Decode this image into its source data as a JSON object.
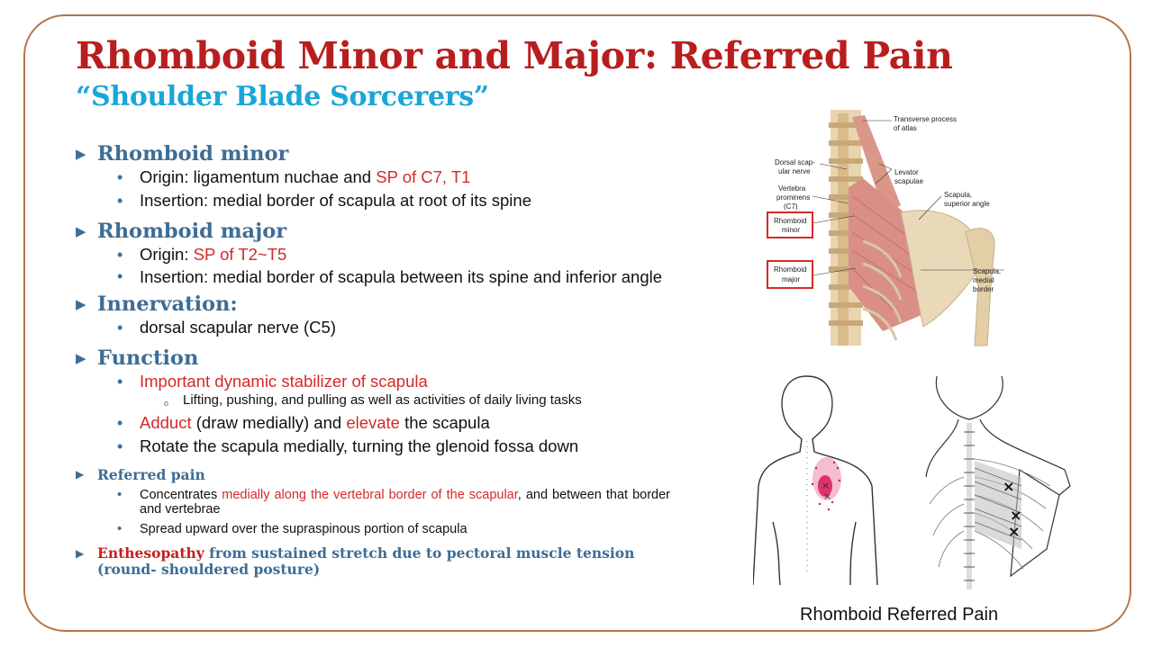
{
  "title": "Rhomboid Minor and Major: Referred Pain",
  "subtitle": "“Shoulder Blade Sorcerers”",
  "sections": {
    "minor": {
      "heading": "Rhomboid minor",
      "origin_label": "Origin: ligamentum nuchae and ",
      "origin_red": "SP of C7, T1",
      "insertion": "Insertion: medial border of scapula at root of its spine"
    },
    "major": {
      "heading": "Rhomboid major",
      "origin_label": "Origin: ",
      "origin_red": "SP of T2~T5",
      "insertion": "Insertion: medial border of scapula between its spine and inferior angle"
    },
    "innervation": {
      "heading": "Innervation:",
      "item": "dorsal scapular nerve (C5)"
    },
    "function": {
      "heading": "Function",
      "item1": "Important dynamic stabilizer of scapula",
      "item1_sub": "Lifting, pushing, and pulling as well as activities of daily living tasks",
      "item2_red1": "Adduct",
      "item2_mid": " (draw medially) and ",
      "item2_red2": "elevate",
      "item2_end": " the scapula",
      "item3": "Rotate the scapula medially, turning the glenoid fossa down"
    },
    "referred": {
      "heading": "Referred pain",
      "item1_a": "Concentrates ",
      "item1_red": "medially along the vertebral border of the scapular",
      "item1_b": ", and between that border and vertebrae",
      "item2": "Spread upward over the supraspinous portion of scapula"
    },
    "enthesopathy": {
      "red": "Enthesopathy",
      "rest": " from sustained stretch due to pectoral muscle tension (round- shouldered posture)"
    }
  },
  "anatomy_labels": {
    "transverse": "Transverse process",
    "of_atlas": "of atlas",
    "dorsal1": "Dorsal scap-",
    "dorsal2": "ular nerve",
    "levator1": "Levator",
    "levator2": "scapulae",
    "vert1": "Vertebra",
    "vert2": "prominens",
    "vert3": "(C7)",
    "scap_sup1": "Scapula,",
    "scap_sup2": "superior angle",
    "rminor1": "Rhomboid",
    "rminor2": "minor",
    "rmajor1": "Rhomboid",
    "rmajor2": "major",
    "scap_med1": "Scapula,",
    "scap_med2": "medial",
    "scap_med3": "border"
  },
  "caption": "Rhomboid Referred Pain",
  "colors": {
    "title": "#b81e1e",
    "subtitle": "#1aa6d8",
    "heading": "#3e6d95",
    "highlight": "#d42a2a",
    "frame": "#b5754a"
  }
}
